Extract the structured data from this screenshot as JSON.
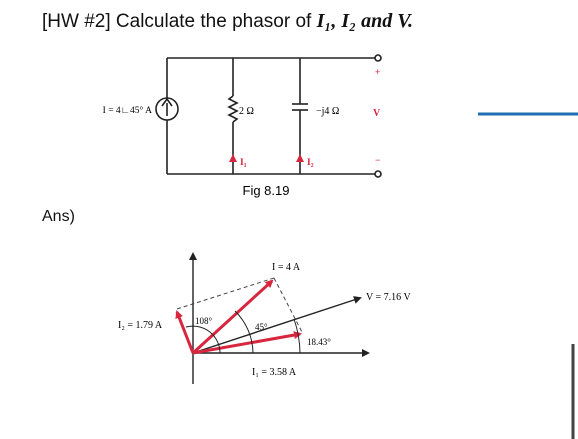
{
  "problem": {
    "prefix": "[HW #2] Calculate the phasor of ",
    "variables": "I₁, I₂ and V.",
    "figure_label": "Fig 8.19",
    "answer_label": "Ans)"
  },
  "circuit": {
    "source_label": "I = 4∟45° A",
    "resistor_label": "2 Ω",
    "capacitor_label": "−j4 Ω",
    "voltage_label": "V",
    "plus": "+",
    "minus": "−",
    "current1": "I₁",
    "current2": "I₂"
  },
  "phasor": {
    "I": "I = 4 A",
    "V": "V = 7.16 V",
    "I1": "I₁ = 3.58 A",
    "I2": "I₂ = 1.79 A",
    "angle_108": "108°",
    "angle_45": "45°",
    "angle_1843": "18.43°"
  },
  "colors": {
    "phasor": "#d7263d",
    "accent": "#1f6fb2"
  }
}
